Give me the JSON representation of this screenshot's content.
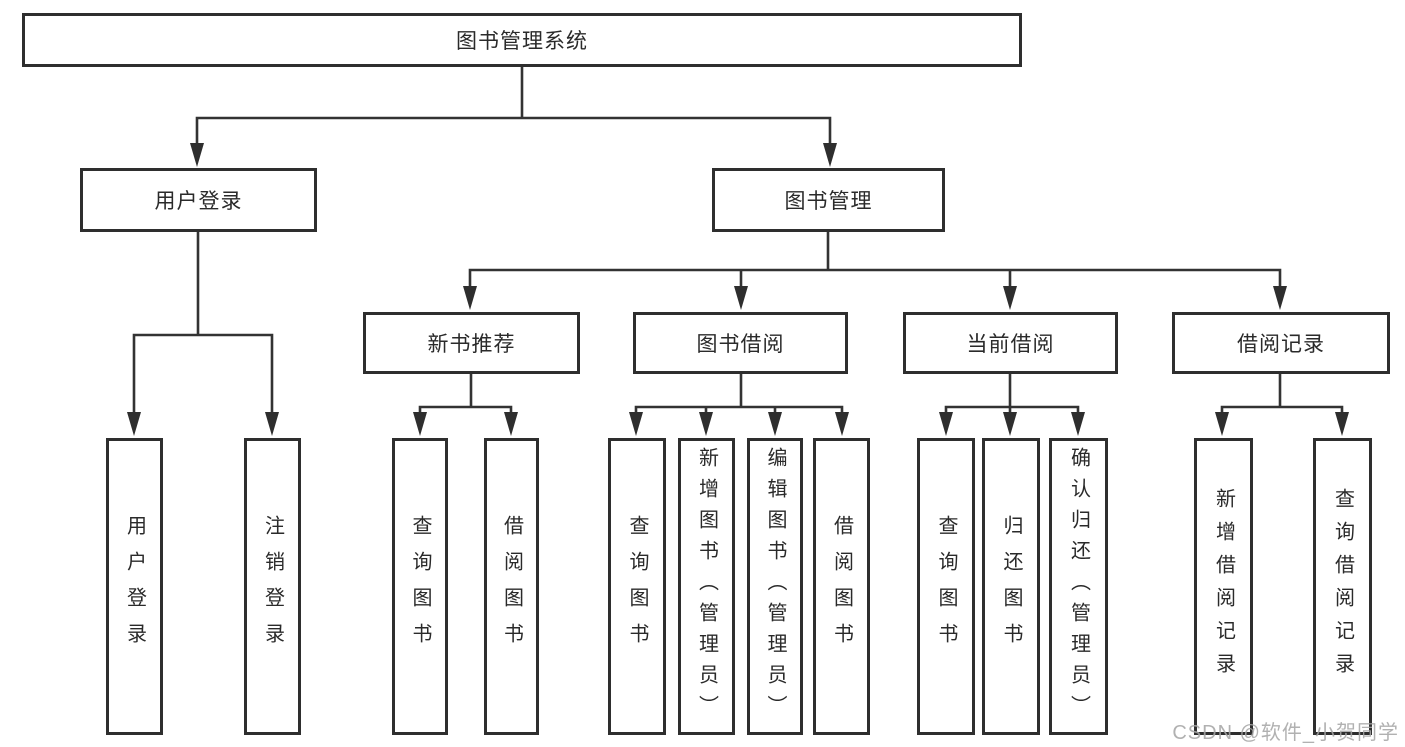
{
  "diagram": {
    "type": "hierarchy-tree",
    "orientation": "top-down",
    "colors": {
      "background": "#ffffff",
      "box_border": "#2e2e2e",
      "line": "#333333",
      "text": "#2a2a2a",
      "watermark": "#a6a6a6"
    },
    "tree": {
      "label": "图书管理系统",
      "children": [
        {
          "label": "用户登录",
          "children": [
            {
              "label": "用户登录"
            },
            {
              "label": "注销登录"
            }
          ]
        },
        {
          "label": "图书管理",
          "children": [
            {
              "label": "新书推荐",
              "children": [
                {
                  "label": "查询图书"
                },
                {
                  "label": "借阅图书"
                }
              ]
            },
            {
              "label": "图书借阅",
              "children": [
                {
                  "label": "查询图书"
                },
                {
                  "label": "新增图书（管理员）"
                },
                {
                  "label": "编辑图书（管理员）"
                },
                {
                  "label": "借阅图书"
                }
              ]
            },
            {
              "label": "当前借阅",
              "children": [
                {
                  "label": "查询图书"
                },
                {
                  "label": "归还图书"
                },
                {
                  "label": "确认归还（管理员）"
                }
              ]
            },
            {
              "label": "借阅记录",
              "children": [
                {
                  "label": "新增借阅记录"
                },
                {
                  "label": "查询借阅记录"
                }
              ]
            }
          ]
        }
      ]
    },
    "watermark": "CSDN @软件_小贺同学"
  }
}
